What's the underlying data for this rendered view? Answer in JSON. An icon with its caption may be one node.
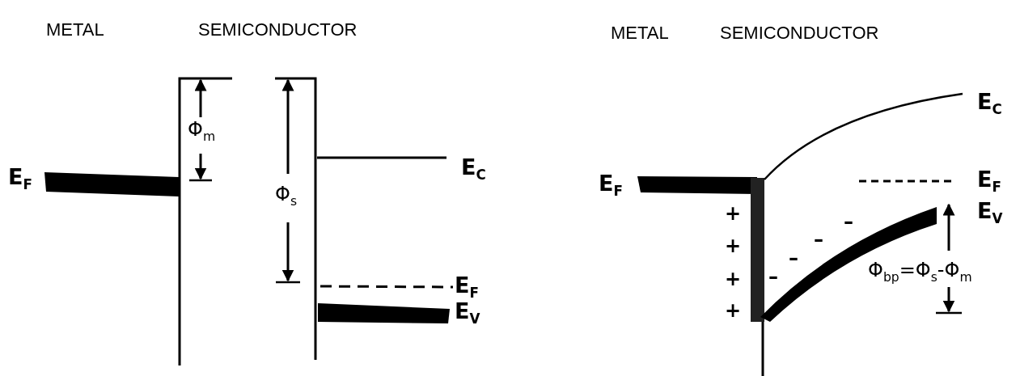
{
  "diagram": {
    "labels": [
      "METAL",
      "SEMICONDUCTOR",
      "METAL",
      "SEMICONDUCTOR",
      "Φ$_{m}$",
      "E$_{F}$",
      "E$_{C}$",
      "Φ$_{s}$",
      "E$_{F}$",
      "E$_{V}$",
      "E$_{C}$",
      "E$_{F}$",
      "E$_{F}$",
      "E$_{V}$",
      "+",
      "+",
      "+",
      "+",
      "–",
      "–",
      "–",
      "–",
      "Φ$_{bp}$=Φ$_{s}$-Φ$_{m}$"
    ]
  }
}
